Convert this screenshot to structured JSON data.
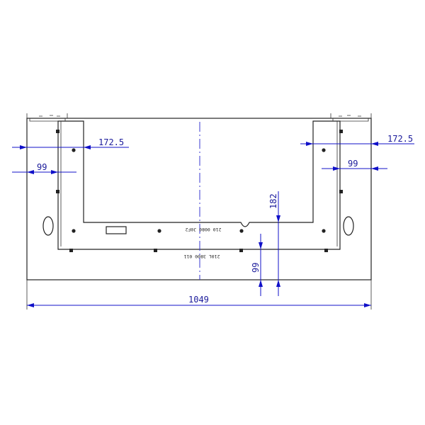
{
  "colors": {
    "dimension": "#1010c8",
    "outline": "#222222",
    "background": "#ffffff"
  },
  "part_labels": {
    "upper": "210 0080 J0F2",
    "lower": "210L 3800 011"
  },
  "dimensions": {
    "left_172": "172.5",
    "right_172": "172.5",
    "left_99": "99",
    "right_99": "99",
    "depth_182": "182",
    "depth_99": "99",
    "overall_width": "1049"
  }
}
